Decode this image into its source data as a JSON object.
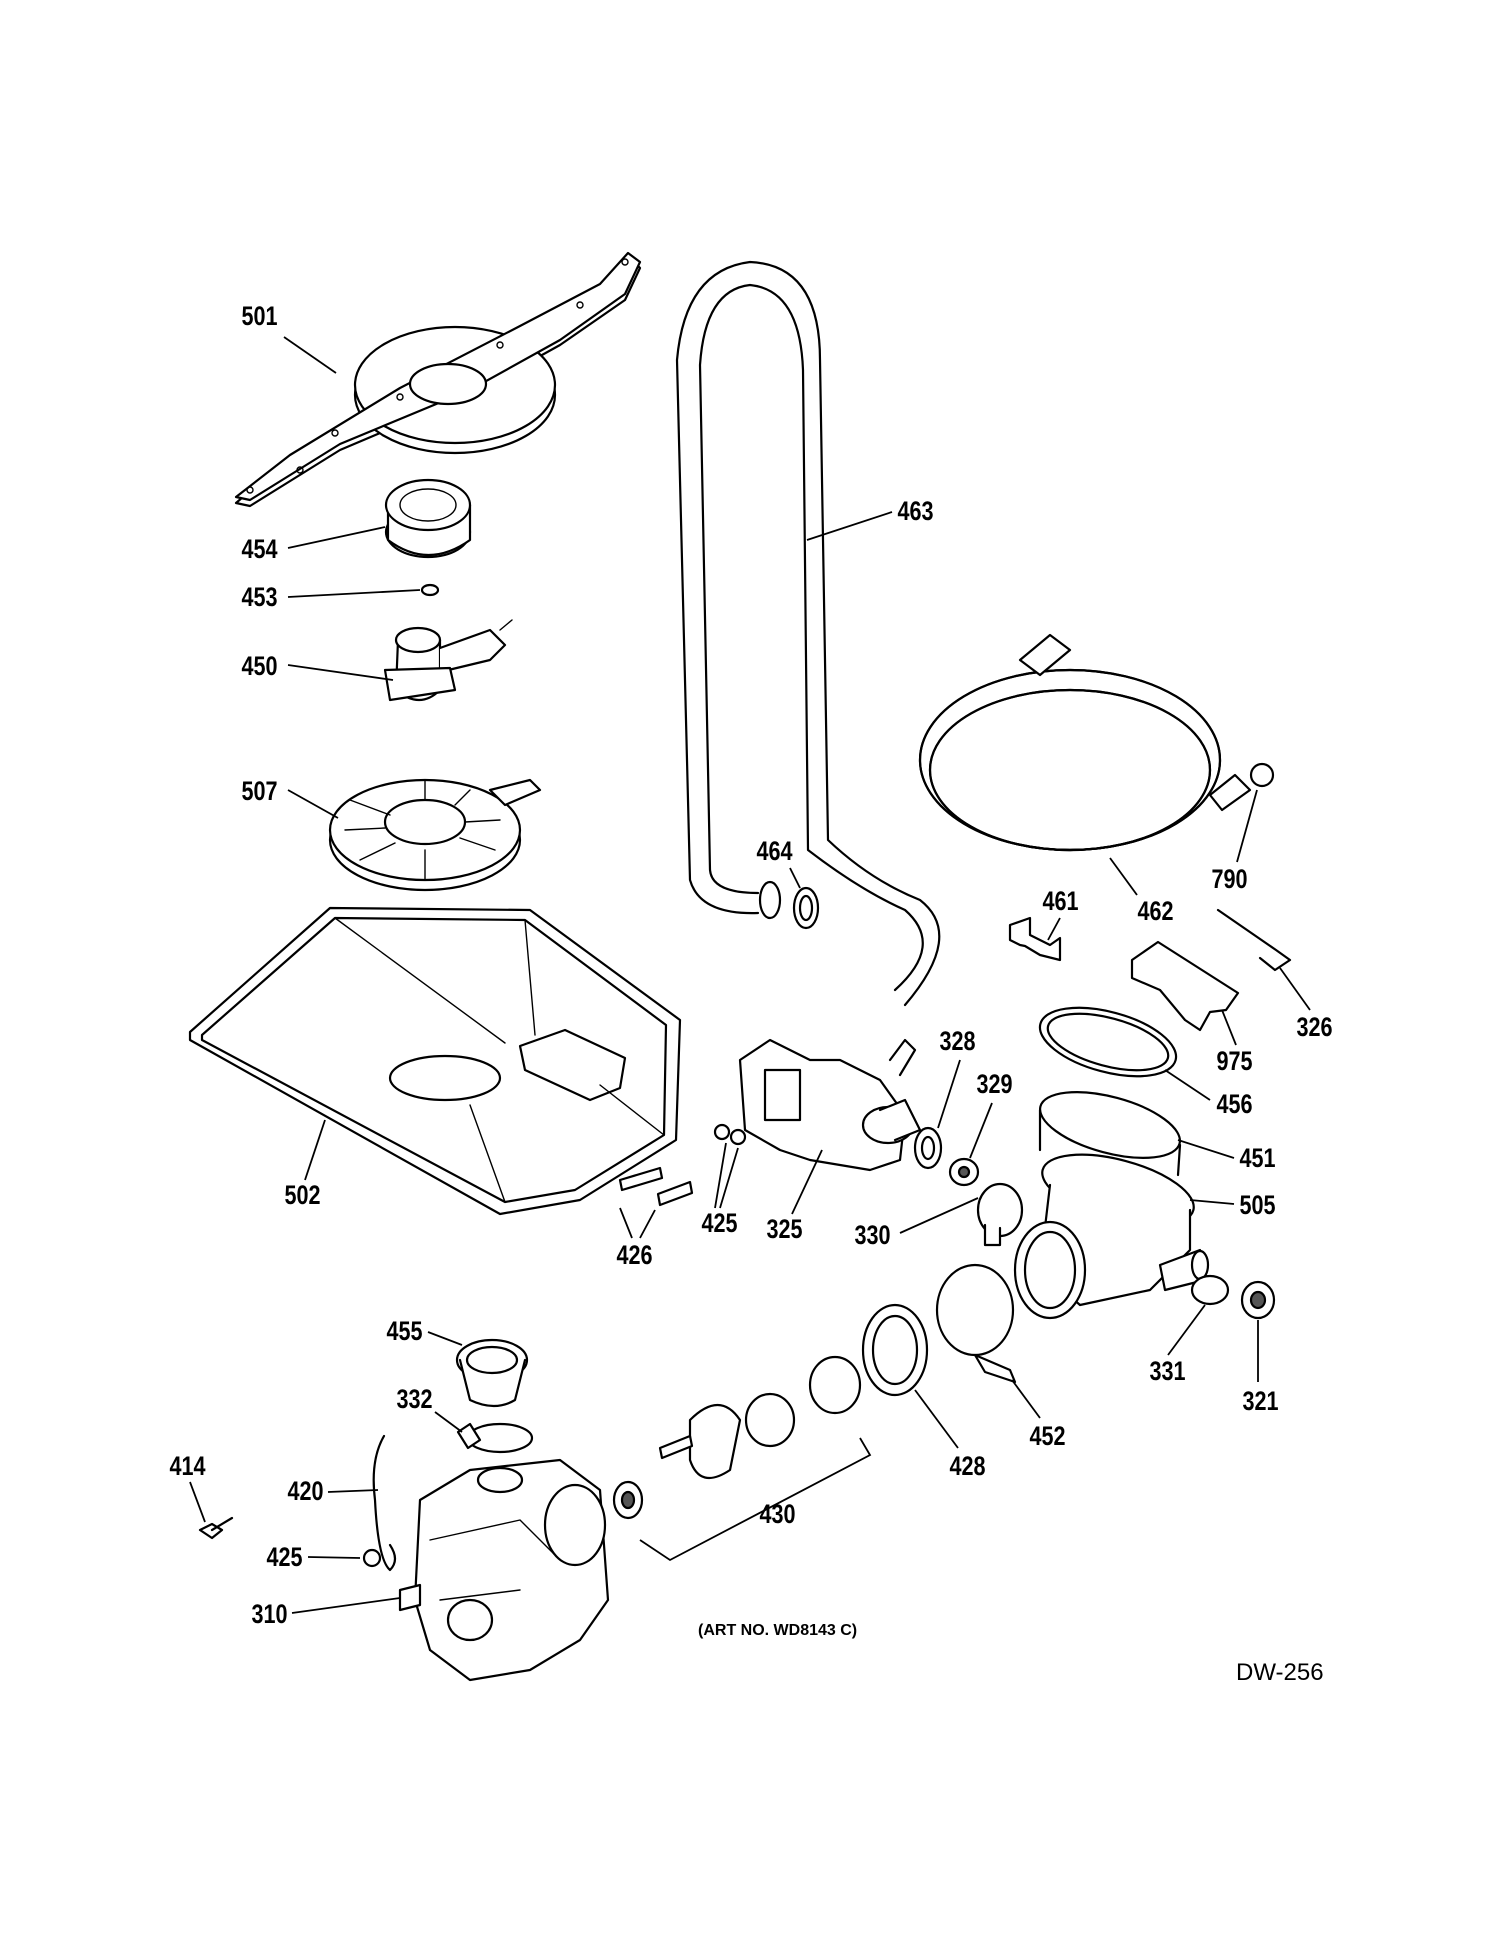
{
  "callouts": {
    "c501": "501",
    "c454": "454",
    "c453": "453",
    "c450": "450",
    "c507": "507",
    "c502": "502",
    "c463": "463",
    "c464": "464",
    "c462": "462",
    "c790": "790",
    "c461": "461",
    "c326": "326",
    "c975": "975",
    "c456": "456",
    "c328": "328",
    "c329": "329",
    "c451": "451",
    "c505": "505",
    "c425a": "425",
    "c426": "426",
    "c325": "325",
    "c330": "330",
    "c331": "331",
    "c321": "321",
    "c455": "455",
    "c332": "332",
    "c414": "414",
    "c420": "420",
    "c425b": "425",
    "c310": "310",
    "c428": "428",
    "c452": "452",
    "c430": "430"
  },
  "art_number": "(ART NO. WD8143 C)",
  "diagram_code": "DW-256"
}
